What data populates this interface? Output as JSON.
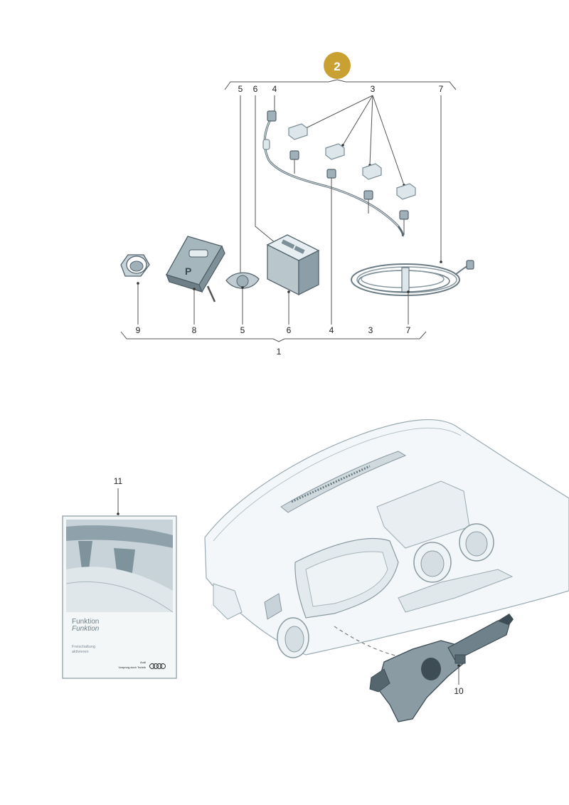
{
  "badge": {
    "label": "2",
    "color": "#c9a032"
  },
  "top_group": {
    "upper_callouts": [
      "5",
      "6",
      "4",
      "3",
      "7"
    ],
    "lower_callouts": [
      "9",
      "8",
      "5",
      "6",
      "4",
      "3",
      "7"
    ],
    "group_label": "1"
  },
  "button_symbol": "P",
  "booklet": {
    "callout": "11",
    "title": "Funktion",
    "subtitle": "Funktion",
    "line1": "Freischaltung",
    "line2": "aktivieren",
    "brand_line1": "Audi",
    "brand_line2": "Vorsprung durch Technik"
  },
  "switch_callout": "10"
}
